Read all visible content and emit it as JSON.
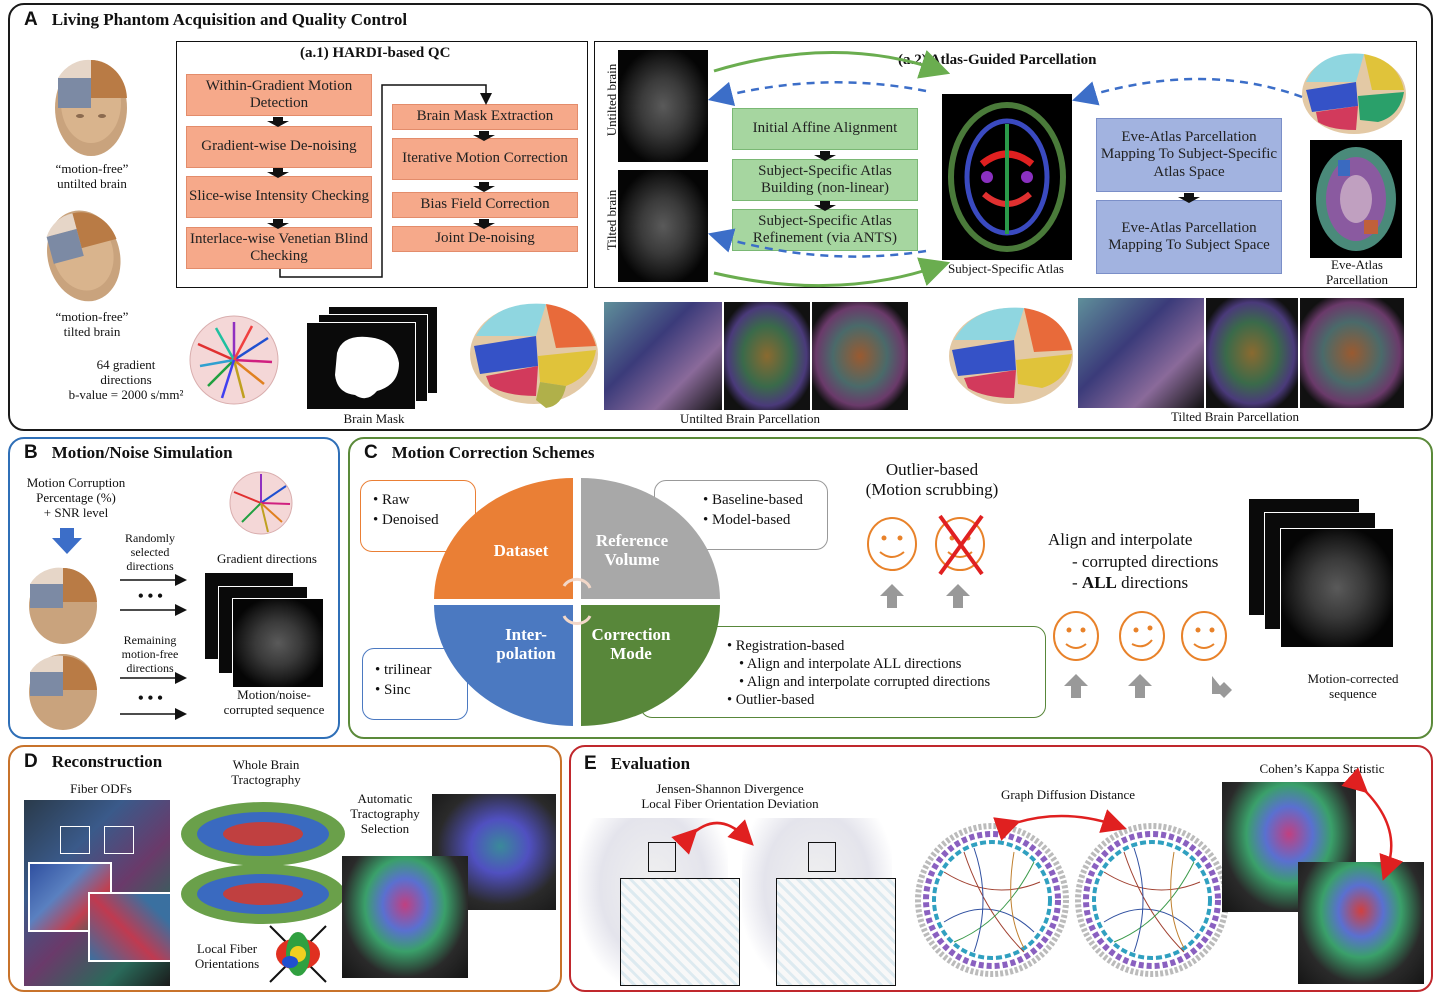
{
  "panelA": {
    "letter": "A",
    "title": "Living Phantom Acquisition and Quality Control",
    "untilted_caption": [
      "“motion-free”",
      "untilted brain"
    ],
    "tilted_caption": [
      "“motion-free”",
      "tilted brain"
    ],
    "gradient_caption": [
      "64 gradient",
      "directions",
      "b-value = 2000 s/mm²"
    ],
    "brain_mask_caption": "Brain Mask",
    "untilted_parcellation_caption": "Untilted Brain Parcellation",
    "tilted_parcellation_caption": "Tilted Brain Parcellation",
    "hardi": {
      "title": "(a.1) HARDI-based QC",
      "left_steps": [
        "Within-Gradient Motion Detection",
        "Gradient-wise De-noising",
        "Slice-wise Intensity Checking",
        "Interlace-wise Venetian Blind Checking"
      ],
      "right_steps": [
        "Brain Mask Extraction",
        "Iterative Motion Correction",
        "Bias Field Correction",
        "Joint De-noising"
      ]
    },
    "atlas": {
      "title": "(a.2) Atlas-Guided Parcellation",
      "untilted_label": "Untilted brain",
      "tilted_label": "Tilted brain",
      "green_steps": [
        "Initial Affine Alignment",
        "Subject-Specific Atlas Building (non-linear)",
        "Subject-Specific Atlas Refinement (via ANTS)"
      ],
      "atlas_caption": "Subject-Specific Atlas",
      "blue_steps": [
        "Eve-Atlas Parcellation Mapping To Subject-Specific Atlas Space",
        "Eve-Atlas Parcellation Mapping To Subject Space"
      ],
      "eve_caption": [
        "Eve-Atlas",
        "Parcellation"
      ]
    }
  },
  "panelB": {
    "letter": "B",
    "title": "Motion/Noise Simulation",
    "corruption_label": [
      "Motion Corruption",
      "Percentage (%)",
      "+ SNR level"
    ],
    "randomly_label": [
      "Randomly",
      "selected",
      "directions"
    ],
    "remaining_label": [
      "Remaining",
      "motion-free",
      "directions"
    ],
    "gradient_label": "Gradient directions",
    "sequence_label": [
      "Motion/noise-",
      "corrupted sequence"
    ],
    "dots": "• • •"
  },
  "panelC": {
    "letter": "C",
    "title": "Motion Correction Schemes",
    "dataset_options": [
      "Raw",
      "Denoised"
    ],
    "reference_options": [
      "Baseline-based",
      "Model-based"
    ],
    "interp_options": [
      "trilinear",
      "Sinc"
    ],
    "correction_options": [
      "Registration-based",
      "Align and interpolate ALL directions",
      "Align and interpolate corrupted directions",
      "Outlier-based"
    ],
    "quad_dataset": "Dataset",
    "quad_reference": [
      "Reference",
      "Volume"
    ],
    "quad_interp": [
      "Inter-",
      "polation"
    ],
    "quad_correction": [
      "Correction",
      "Mode"
    ],
    "outlier_title": [
      "Outlier-based",
      "(Motion scrubbing)"
    ],
    "align_title": "Align and interpolate",
    "align_opt1": "- corrupted directions",
    "align_opt2_prefix": "- ",
    "align_opt2_bold": "ALL",
    "align_opt2_suffix": " directions",
    "corrected_caption": [
      "Motion-corrected",
      "sequence"
    ]
  },
  "panelD": {
    "letter": "D",
    "title": "Reconstruction",
    "fiber_odfs": "Fiber ODFs",
    "whole_brain": [
      "Whole Brain",
      "Tractography"
    ],
    "automatic": [
      "Automatic",
      "Tractography",
      "Selection"
    ],
    "local_fiber": [
      "Local Fiber",
      "Orientations"
    ]
  },
  "panelE": {
    "letter": "E",
    "title": "Evaluation",
    "jsd": [
      "Jensen-Shannon Divergence",
      "Local Fiber Orientation Deviation"
    ],
    "graph": "Graph Diffusion Distance",
    "kappa": "Cohen’s Kappa Statistic"
  },
  "colors": {
    "panelA_border": "#1a1a1a",
    "panelB_border": "#2f6fb7",
    "panelC_border": "#5b8a3a",
    "panelD_border": "#c8732b",
    "panelE_border": "#c0282d",
    "dataset_quadrant": "#ea7f35",
    "reference_quadrant": "#a8a8a8",
    "interp_quadrant": "#4b79c1",
    "correction_quadrant": "#58873a",
    "arrow_green": "#6aad4f",
    "arrow_blue": "#3c6ec8",
    "arrow_red": "#e02020"
  }
}
